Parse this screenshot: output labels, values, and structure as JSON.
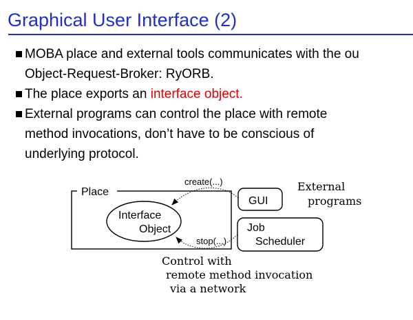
{
  "slide": {
    "title": "Graphical User Interface (2)",
    "bullets": [
      {
        "line1": "MOBA place and external tools communicates with the ou",
        "line2": "Object-Request-Broker: RyORB."
      },
      {
        "line1_prefix": "The place exports an ",
        "line1_highlight": "interface object."
      },
      {
        "line1": "External programs can control the place with remote",
        "line2": "method invocations, don’t have to be conscious of",
        "line3": "underlying protocol."
      }
    ],
    "highlight_color": "#e00000",
    "title_color": "#1f2fcc"
  },
  "diagram": {
    "place_label": "Place",
    "interface_line1": "Interface",
    "interface_line2": "Object",
    "create_label": "create(...)",
    "stop_label": "stop(...)",
    "gui_label": "GUI",
    "job_line1": "Job",
    "job_line2": "Scheduler",
    "external_line1": "External",
    "external_line2": "programs",
    "caption_line1": "Control with",
    "caption_line2": "remote method invocation",
    "caption_line3": "via a network"
  }
}
